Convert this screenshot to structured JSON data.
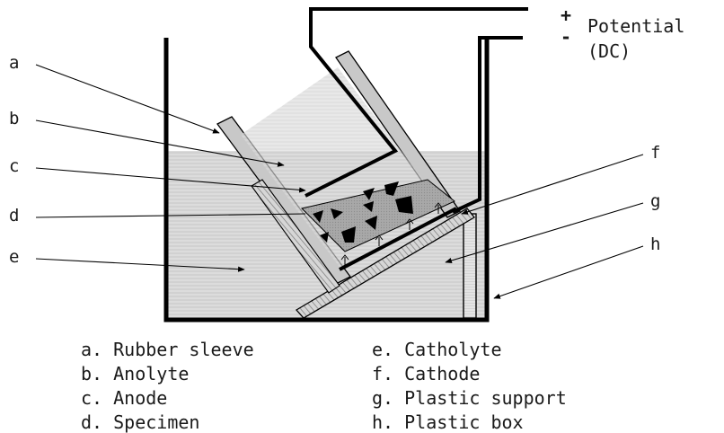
{
  "potential": {
    "plus": "+",
    "minus": "-",
    "label": "Potential",
    "sub": "(DC)"
  },
  "callouts": {
    "a": "a",
    "b": "b",
    "c": "c",
    "d": "d",
    "e": "e",
    "f": "f",
    "g": "g",
    "h": "h"
  },
  "legend": {
    "left": [
      "a. Rubber sleeve",
      "b. Anolyte",
      "c. Anode",
      "d. Specimen"
    ],
    "right": [
      "e. Catholyte",
      "f. Cathode",
      "g. Plastic support",
      "h. Plastic box"
    ]
  },
  "colors": {
    "outline": "#000000",
    "liquid": "#d8d8d8",
    "sleeve": "#c4c4c4",
    "specimen": "#a3a3a3",
    "text": "#1a1a1a"
  }
}
